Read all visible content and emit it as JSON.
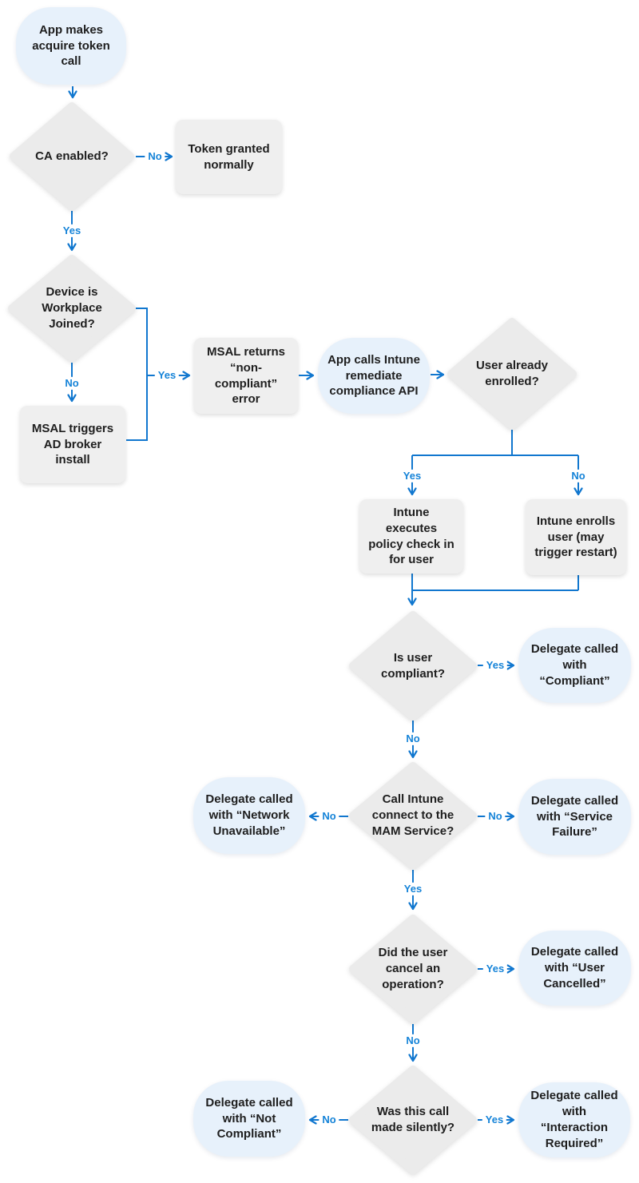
{
  "colors": {
    "accent_line": "#1177cf",
    "edge_label_blue": "#1583d8",
    "terminal_fill": "#e7f1fb",
    "process_fill": "#efefef",
    "diamond_fill": "#ebebeb",
    "text": "#1e1e1e",
    "background": "#ffffff"
  },
  "nodes": {
    "start": {
      "text": "App makes acquire token call"
    },
    "ca": {
      "bold": "CA",
      "rest": " enabled?"
    },
    "token_granted": {
      "text": "Token granted normally"
    },
    "workplace": {
      "text": "Device is Workplace Joined?"
    },
    "broker": {
      "text": "MSAL triggers AD broker install"
    },
    "msal_error": {
      "text": "MSAL returns “non-compliant” error"
    },
    "remediate": {
      "text": "App calls Intune remediate compliance API"
    },
    "enrolled": {
      "text": "User already enrolled?"
    },
    "policy_checkin": {
      "text": "Intune executes policy check in for user"
    },
    "enroll_user": {
      "text": "Intune enrolls user (may trigger restart)"
    },
    "compliant": {
      "text": "Is user compliant?"
    },
    "delegate_compliant": {
      "text": "Delegate called with “Compliant”"
    },
    "mam": {
      "text": "Call Intune connect to the MAM Service?"
    },
    "delegate_network": {
      "text": "Delegate called with “Network Unavailable”"
    },
    "delegate_service": {
      "text": "Delegate called with “Service Failure”"
    },
    "cancel": {
      "text": "Did the user cancel an operation?"
    },
    "delegate_cancelled": {
      "text": "Delegate called with “User Cancelled”"
    },
    "silent": {
      "text": "Was this call made silently?"
    },
    "delegate_not_compliant": {
      "text": "Delegate called with “Not Compliant”"
    },
    "delegate_interaction": {
      "text": "Delegate called with “Interaction Required”"
    }
  },
  "edge_labels": {
    "ca_no": "No",
    "ca_yes": "Yes",
    "workplace_no": "No",
    "workplace_yes": "Yes",
    "enrolled_yes": "Yes",
    "enrolled_no": "No",
    "compliant_yes": "Yes",
    "compliant_no": "No",
    "mam_no_left": "No",
    "mam_no_right": "No",
    "mam_yes": "Yes",
    "cancel_yes": "Yes",
    "cancel_no": "No",
    "silent_no": "No",
    "silent_yes": "Yes"
  }
}
